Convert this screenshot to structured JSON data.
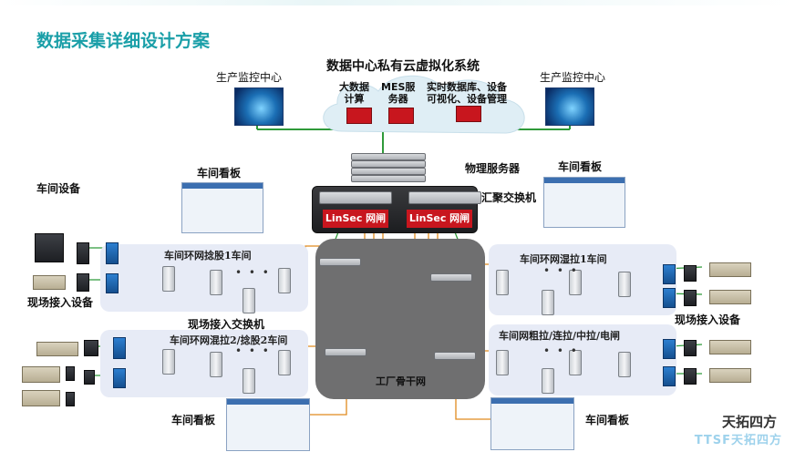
{
  "page": {
    "title": "数据采集详细设计方案"
  },
  "cloud": {
    "title": "数据中心私有云虚拟化系统",
    "servers": [
      {
        "label_line1": "大数据",
        "label_line2": "计算"
      },
      {
        "label_line1": "MES服",
        "label_line2": "务器"
      },
      {
        "label_line1": "实时数据库、设备",
        "label_line2": "可视化、设备管理"
      }
    ]
  },
  "monitoring": {
    "left_label": "生产监控中心",
    "right_label": "生产监控中心"
  },
  "core": {
    "physical_server_label": "物理服务器",
    "aggregation_switch_label": "汇聚交换机",
    "firewall_left": "LinSec 网闸",
    "firewall_right": "LinSec 网闸",
    "backbone_label": "工厂骨干网"
  },
  "boards": {
    "top_left": "车间看板",
    "top_right": "车间看板",
    "bottom_left": "车间看板",
    "bottom_right": "车间看板"
  },
  "labels": {
    "workshop_equipment": "车间设备",
    "field_access_device_left": "现场接入设备",
    "field_access_device_right": "现场接入设备",
    "field_access_switch": "现场接入交换机"
  },
  "regions": {
    "top_left": "车间环网捻股1车间",
    "bottom_left": "车间环网混拉2/捻股2车间",
    "top_right": "车间环网湿拉1车间",
    "bottom_right": "车间网粗拉/连拉/中拉/电闸"
  },
  "ellipsis": "• • •",
  "watermark": {
    "brand": "天拓四方",
    "sub": "TTSF天拓四方"
  },
  "colors": {
    "title": "#1a9fa8",
    "orange_link": "#e08a1e",
    "green_link": "#2f9a3a",
    "region_bg": "#e7ebf6",
    "backbone_bg": "#6f6f70",
    "firewall_red": "#c8161e"
  }
}
